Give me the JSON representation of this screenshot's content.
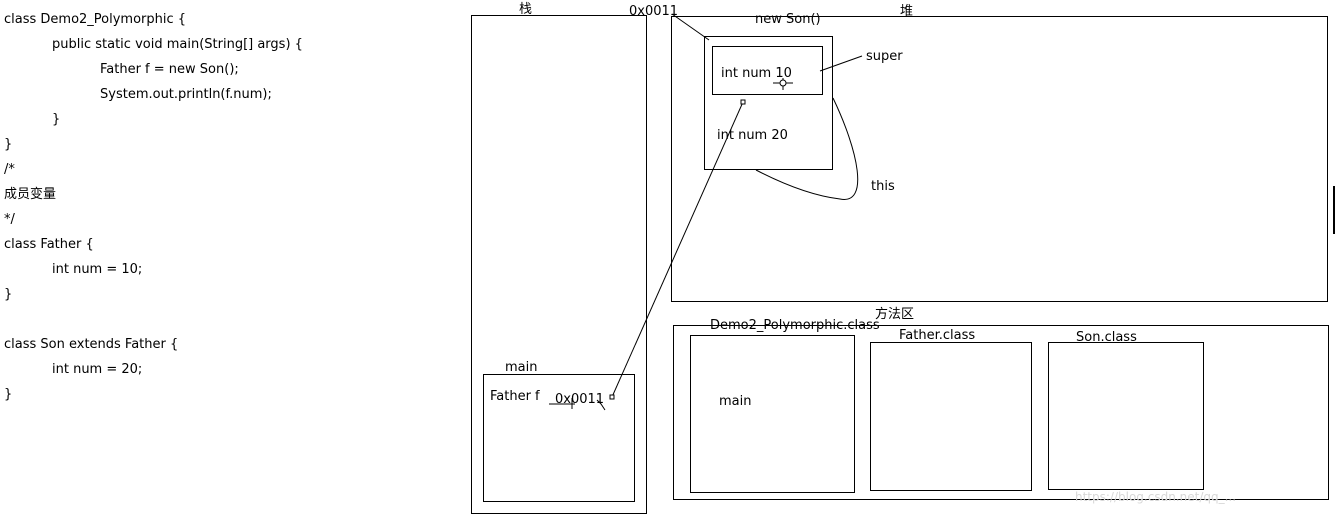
{
  "code_lines": [
    "class Demo2_Polymorphic {",
    "public static void main(String[] args) {",
    "Father f = new Son();",
    "System.out.println(f.num);",
    "}",
    "}",
    "/*",
    "成员变量",
    "*/",
    "class Father {",
    "int num = 10;",
    "}",
    "class Son extends Father {",
    "int num = 20;",
    "}"
  ],
  "stack": {
    "label": "栈",
    "frame_label": "main",
    "var_name": "Father f",
    "var_value": "0x0011"
  },
  "heap": {
    "label": "堆",
    "address": "0x0011",
    "object_label": "new Son()",
    "super_field": "int num 10",
    "super_label": "super",
    "this_field": "int num 20",
    "this_label": "this"
  },
  "method_area": {
    "label": "方法区",
    "classes": [
      {
        "name": "Demo2_Polymorphic.class",
        "method": "main"
      },
      {
        "name": "Father.class"
      },
      {
        "name": "Son.class"
      }
    ]
  },
  "watermark": "https://blog.csdn.net/qq_..."
}
